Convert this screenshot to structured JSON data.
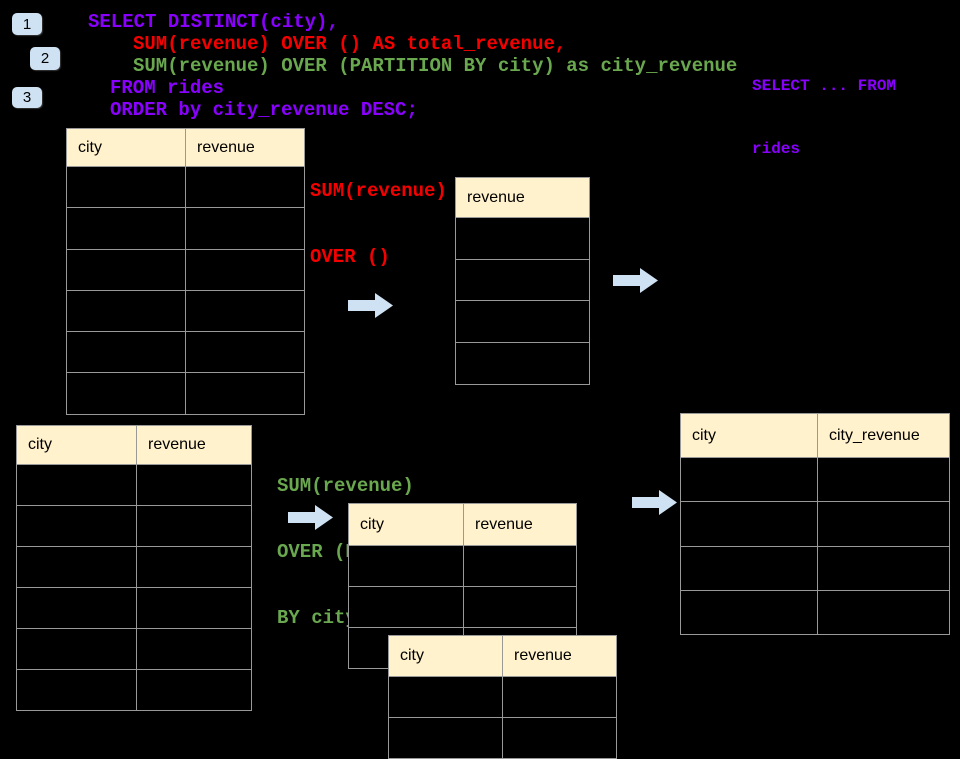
{
  "colors": {
    "background": "#000000",
    "table_header_bg": "#FFF2CC",
    "table_border": "#999999",
    "arrow_fill": "#CFE2F3",
    "badge_bg": "#CFE2F3",
    "code_purple": "#8A00FF",
    "code_red": "#F50000",
    "code_green": "#6AA84F"
  },
  "badges": [
    {
      "label": "1"
    },
    {
      "label": "2"
    },
    {
      "label": "3"
    }
  ],
  "sql_code": {
    "lines": [
      {
        "text": "SELECT DISTINCT(city),",
        "color": "purple"
      },
      {
        "text": "SUM(revenue) OVER () AS total_revenue,",
        "color": "red"
      },
      {
        "text": "SUM(revenue) OVER (PARTITION BY city) as city_revenue",
        "color": "green"
      },
      {
        "text": "FROM rides",
        "color": "purple"
      },
      {
        "text": "ORDER by city_revenue DESC;",
        "color": "purple"
      }
    ]
  },
  "side_code": {
    "line1": "SELECT ... FROM",
    "line2": "rides"
  },
  "annotations": {
    "total_label": {
      "line1": "SUM(revenue)",
      "line2": "OVER ()"
    },
    "partition_label": {
      "line1": "SUM(revenue)",
      "line2": "OVER (PARTITION",
      "line3": "BY city)"
    }
  },
  "tables": {
    "source_top": {
      "columns": [
        "city",
        "revenue"
      ],
      "empty_rows": 6
    },
    "total_result": {
      "columns": [
        "revenue"
      ],
      "empty_rows": 4
    },
    "source_bottom": {
      "columns": [
        "city",
        "revenue"
      ],
      "empty_rows": 6
    },
    "partition_step": {
      "columns": [
        "city",
        "revenue"
      ],
      "empty_rows": 3
    },
    "partition_step_overlay": {
      "columns": [
        "city",
        "revenue"
      ],
      "empty_rows": 2
    },
    "final_result": {
      "columns": [
        "city",
        "city_revenue"
      ],
      "empty_rows": 4
    }
  }
}
